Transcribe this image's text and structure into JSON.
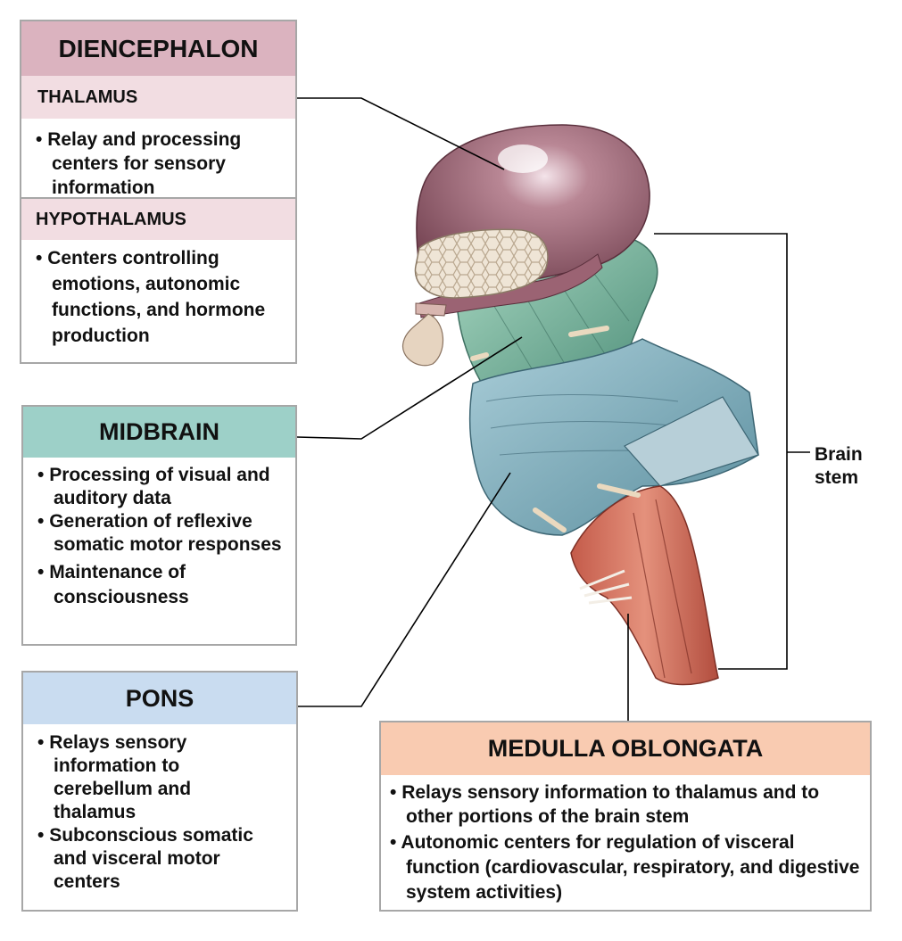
{
  "diencephalon": {
    "title": "DIENCEPHALON",
    "color": "#dbb3bf",
    "thalamus": {
      "title": "THALAMUS",
      "color": "#f2dde2",
      "bullets": [
        "Relay and processing centers for sensory information"
      ]
    },
    "hypothalamus": {
      "title": "HYPOTHALAMUS",
      "color": "#f2dde2",
      "bullets": [
        "Centers controlling emotions, autonomic functions, and hormone production"
      ]
    }
  },
  "midbrain": {
    "title": "MIDBRAIN",
    "color": "#9dd0c8",
    "bullets": [
      "Processing of visual and auditory data",
      "Generation of reflexive somatic motor responses",
      "Maintenance of consciousness"
    ]
  },
  "pons": {
    "title": "PONS",
    "color": "#c9dcf0",
    "bullets": [
      "Relays sensory information to cerebellum and thalamus",
      "Subconscious somatic and visceral motor centers"
    ]
  },
  "medulla": {
    "title": "MEDULLA OBLONGATA",
    "color": "#f9cbb1",
    "bullets": [
      "Relays sensory information to thalamus and to other portions of the brain stem",
      "Autonomic centers for regulation of visceral function (cardiovascular, respiratory, and digestive system activities)"
    ]
  },
  "brainstem_label": "Brain stem"
}
